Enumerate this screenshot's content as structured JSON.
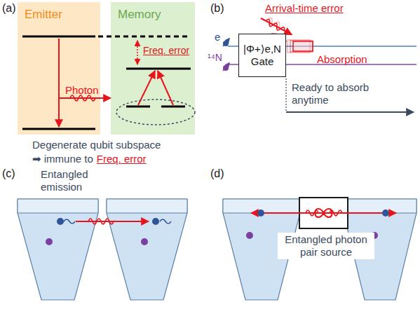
{
  "diagram": {
    "nodes": [
      {
        "text": [
          "Emitter"
        ]
      },
      {
        "text": [
          "Memory"
        ]
      },
      {
        "text": [
          "|Φ+⟩e,N Gate"
        ]
      }
    ],
    "edges": [
      {
        "from": 0,
        "to": 1,
        "arrow": "to",
        "label": "Photon"
      }
    ],
    "labels": [
      "(a)",
      "Freq. error",
      "Degenerate qubit subspace",
      "➡ immune to",
      "Freq. error",
      "(b)",
      "Arrival-time error",
      "e",
      "¹⁴N",
      "Absorption",
      "Ready to absorb anytime",
      "(c)",
      "Entangled emission",
      "(d)",
      "Entangled photon pair source"
    ]
  }
}
